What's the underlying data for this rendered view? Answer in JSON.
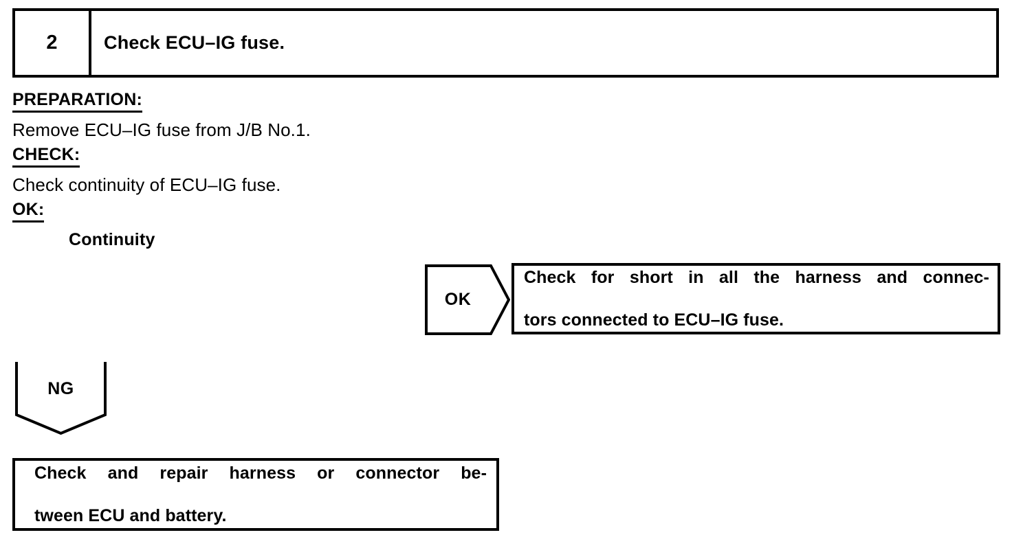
{
  "step_header": {
    "number": "2",
    "title": "Check ECU–IG fuse."
  },
  "procedure": {
    "preparation_label": "PREPARATION:",
    "preparation_text": "Remove ECU–IG fuse from J/B No.1.",
    "check_label": "CHECK:",
    "check_text": "Check continuity of ECU–IG fuse.",
    "ok_label": "OK:",
    "ok_criteria": "Continuity"
  },
  "branches": {
    "ok": {
      "arrow_label": "OK",
      "result_line_1": "Check for short in all the harness and connec-",
      "result_line_2": "tors connected to ECU–IG fuse."
    },
    "ng": {
      "arrow_label": "NG",
      "action_line_1": "Check and repair harness or connector be-",
      "action_line_2": "tween ECU and battery."
    }
  },
  "colors": {
    "ink": "#000000",
    "paper": "#ffffff"
  }
}
